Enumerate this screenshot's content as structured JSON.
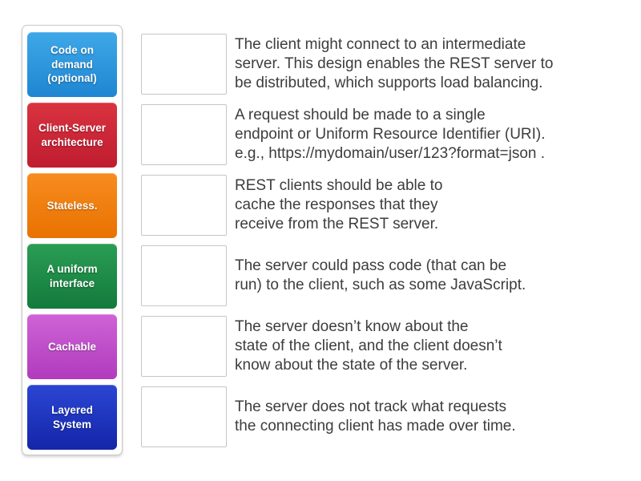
{
  "activity": {
    "tiles": [
      {
        "label": "Code on\ndemand\n(optional)",
        "color_top": "#3fa8e8",
        "color_bottom": "#1e86d2"
      },
      {
        "label": "Client-Server\narchitecture",
        "color_top": "#da3240",
        "color_bottom": "#bf1d30"
      },
      {
        "label": "Stateless.",
        "color_top": "#f78c1e",
        "color_bottom": "#e97201"
      },
      {
        "label": "A uniform\ninterface",
        "color_top": "#2a9d54",
        "color_bottom": "#147a3c"
      },
      {
        "label": "Cachable",
        "color_top": "#cf63d6",
        "color_bottom": "#b03bbd"
      },
      {
        "label": "Layered\nSystem",
        "color_top": "#2b46d4",
        "color_bottom": "#1425a8"
      }
    ],
    "clues": [
      {
        "text": "The client might connect to an intermediate\nserver. This design enables the REST server to\nbe distributed, which supports load balancing."
      },
      {
        "text": "A request should be made to a single\nendpoint or Uniform Resource Identifier (URI).\ne.g., https://mydomain/user/123?format=json ."
      },
      {
        "text": "REST clients should be able to\ncache the responses that they\nreceive from the REST server."
      },
      {
        "text": "The server could pass code (that can be\nrun) to the client, such as some JavaScript."
      },
      {
        "text": "The server doesn’t know about the\nstate of the client, and the client doesn’t\nknow about the state of the server."
      },
      {
        "text": "The server does not track what requests\nthe connecting client has made over time."
      }
    ]
  },
  "colors": {
    "page_background": "#ffffff",
    "tile_text": "#ffffff",
    "clue_text": "#3d3d3d",
    "dropzone_border": "#c6c6c6",
    "panel_border": "#c9c9c9"
  }
}
